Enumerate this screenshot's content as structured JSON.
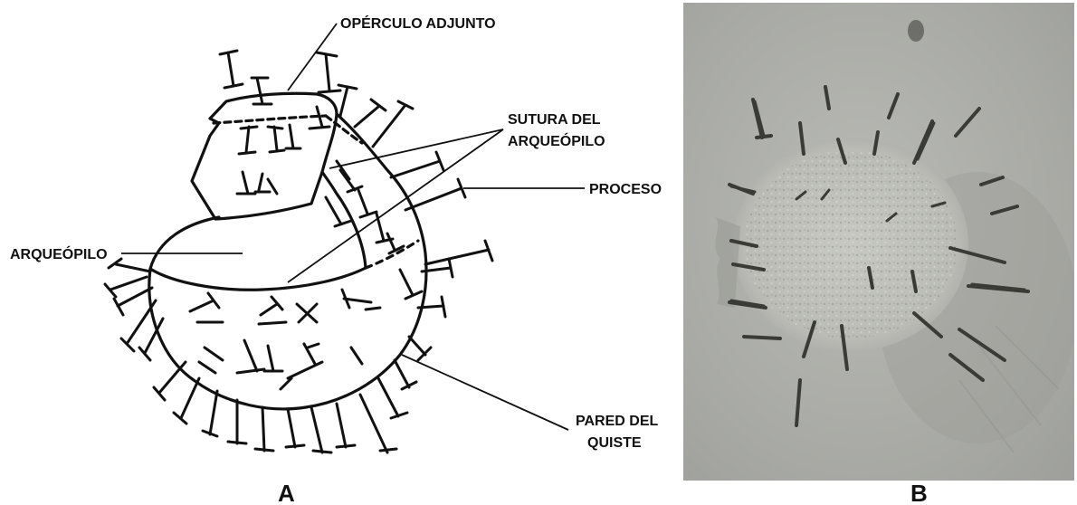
{
  "panels": {
    "a": {
      "label": "A",
      "labels": {
        "operculum": "OPÉRCULO ADJUNTO",
        "suture_line1": "SUTURA DEL",
        "suture_line2": "ARQUEÓPILO",
        "process": "PROCESO",
        "archeopyle": "ARQUEÓPILO",
        "wall_line1": "PARED DEL",
        "wall_line2": "QUISTE"
      }
    },
    "b": {
      "label": "B"
    }
  },
  "colors": {
    "ink": "#111111",
    "photo_background": "#a9aaa6",
    "cyst_body": "#bfc0bb",
    "process_dark": "#3a3a36",
    "process_highlight": "#e6e2d2"
  }
}
